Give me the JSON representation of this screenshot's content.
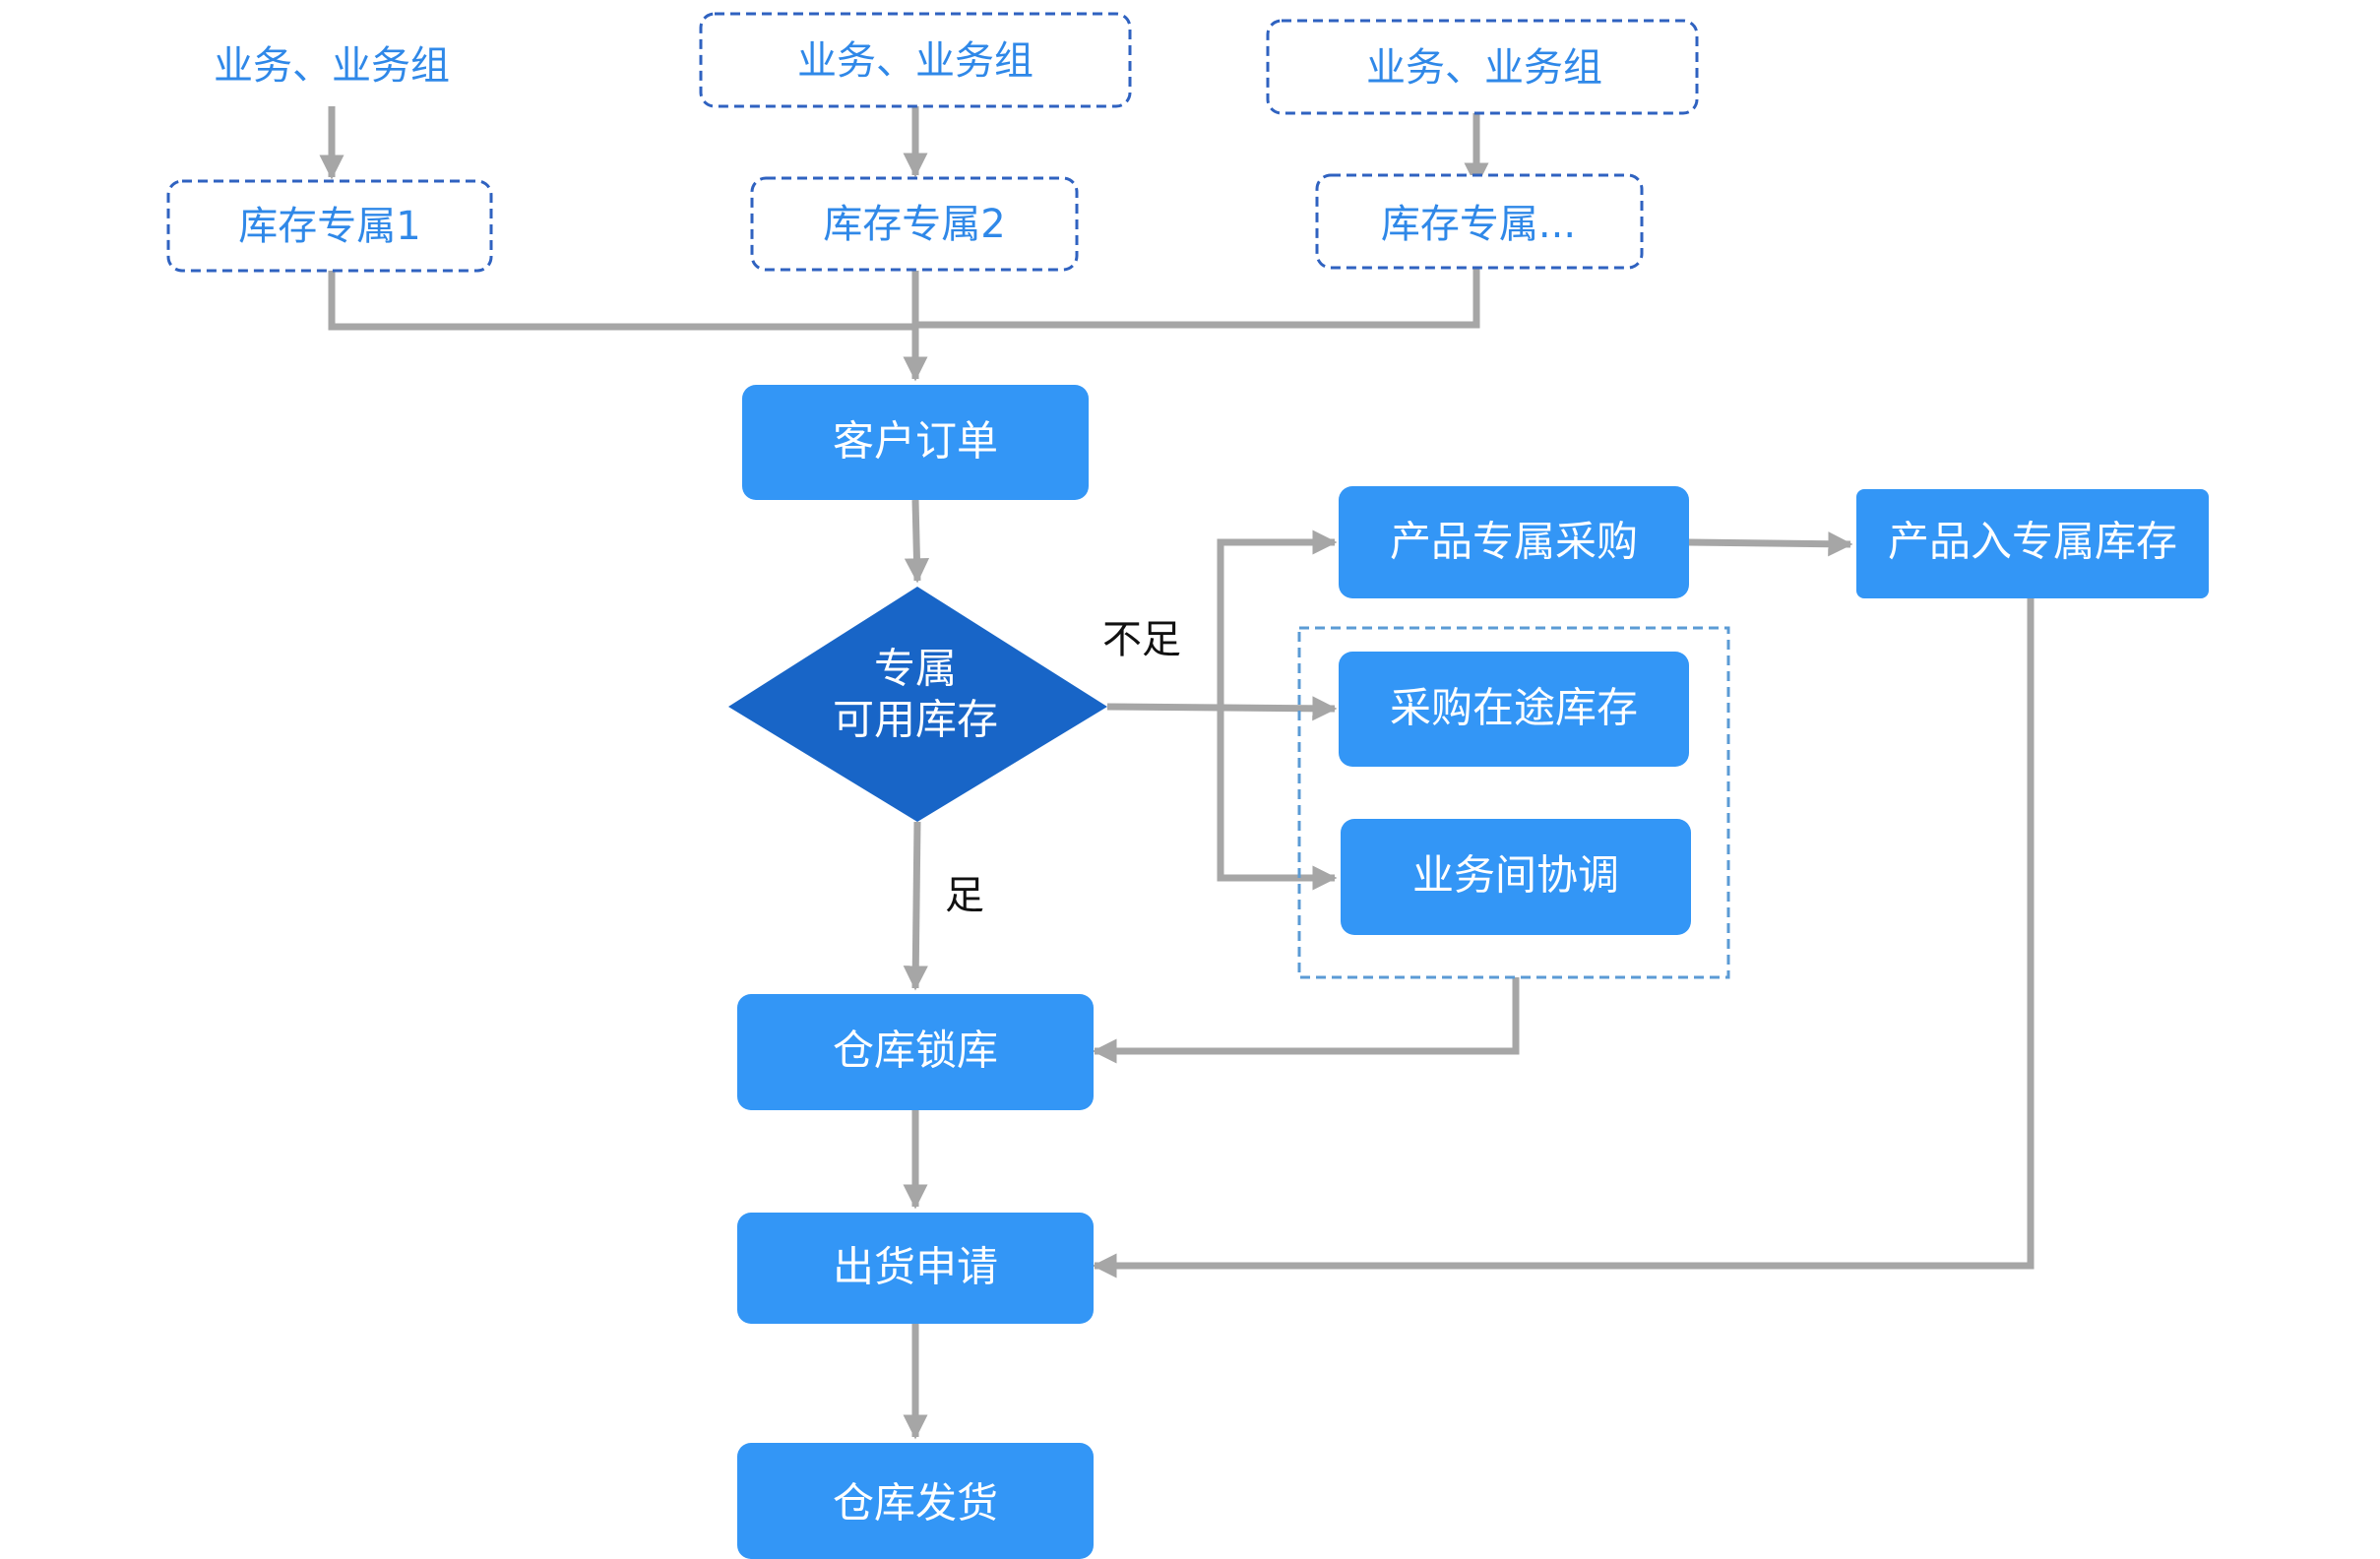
{
  "colors": {
    "primary_box": "#3396f6",
    "decision": "#1865c7",
    "dashed_border": "#2f62c0",
    "group_frame": "#5b9bd5",
    "outline_text": "#2f88e8",
    "connector": "#a6a6a6"
  },
  "top_row": {
    "group_1": {
      "business_label": "业务、业务组",
      "inventory_label": "库存专属1"
    },
    "group_2": {
      "business_label": "业务、业务组",
      "inventory_label": "库存专属2"
    },
    "group_3": {
      "business_label": "业务、业务组",
      "inventory_label": "库存专属..."
    }
  },
  "main_flow": {
    "customer_order": "客户订单",
    "decision_line1": "专属",
    "decision_line2": "可用库存",
    "sufficient_label": "足",
    "insufficient_label": "不足",
    "warehouse_lock": "仓库锁库",
    "shipment_request": "出货申请",
    "warehouse_ship": "仓库发货"
  },
  "side_flow": {
    "exclusive_purchase": "产品专属采购",
    "into_exclusive_stock": "产品入专属库存",
    "in_transit_stock": "采购在途库存",
    "business_coordination": "业务间协调"
  }
}
